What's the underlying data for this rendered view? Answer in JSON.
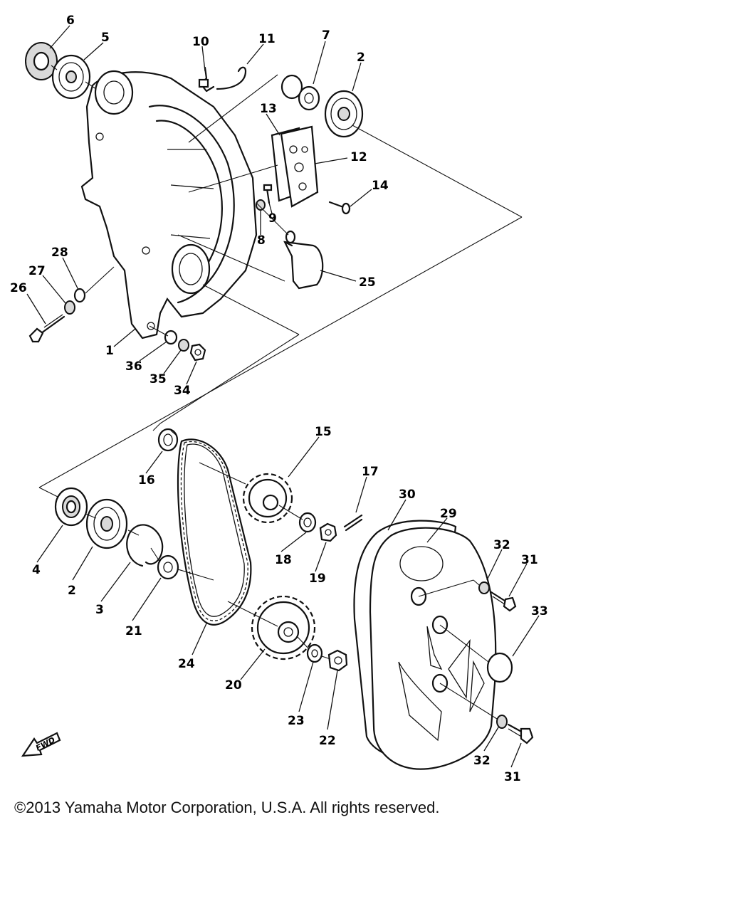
{
  "copyright": "©2013 Yamaha Motor Corporation, U.S.A. All rights reserved.",
  "direction_marker": "FWD",
  "callouts": {
    "p1": "1",
    "p2a": "2",
    "p2b": "2",
    "p3": "3",
    "p4": "4",
    "p5": "5",
    "p6": "6",
    "p7": "7",
    "p8": "8",
    "p9": "9",
    "p10": "10",
    "p11": "11",
    "p12": "12",
    "p13": "13",
    "p14": "14",
    "p15": "15",
    "p16": "16",
    "p17": "17",
    "p18": "18",
    "p19": "19",
    "p20": "20",
    "p21": "21",
    "p22": "22",
    "p23": "23",
    "p24": "24",
    "p25": "25",
    "p26": "26",
    "p27": "27",
    "p28": "28",
    "p29": "29",
    "p30": "30",
    "p31a": "31",
    "p31b": "31",
    "p32a": "32",
    "p32b": "32",
    "p33": "33",
    "p34": "34",
    "p35": "35",
    "p36": "36"
  }
}
